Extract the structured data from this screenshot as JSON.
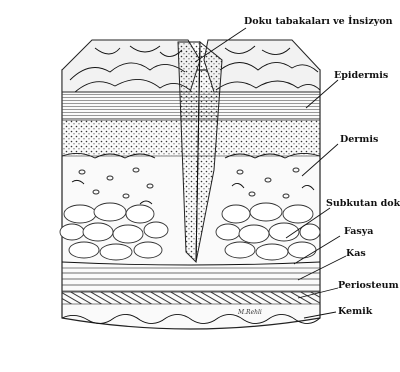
{
  "diagram": {
    "labels": {
      "incision": "Doku tabakaları ve İnsizyon",
      "epidermis": "Epidermis",
      "dermis": "Dermis",
      "subcutaneous": "Subkutan doku",
      "fascia": "Fasya",
      "muscle": "Kas",
      "periosteum": "Periosteum",
      "bone": "Kemik"
    },
    "signature": "M.Rehli"
  }
}
